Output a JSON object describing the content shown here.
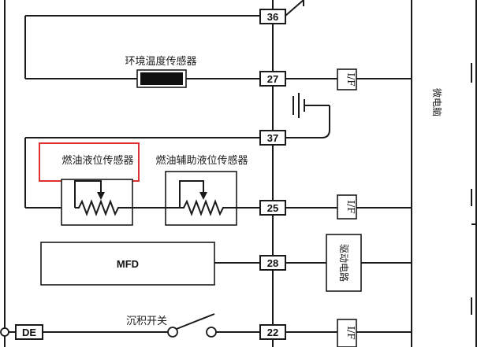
{
  "labels": {
    "ambient_temp_sensor": "环境温度传感器",
    "fuel_level_sensor": "燃油液位传感器",
    "fuel_aux_level_sensor": "燃油辅助液位传感器",
    "mfd": "MFD",
    "sediment_switch": "沉积开关",
    "de": "DE",
    "microcomputer": "微电脑",
    "drive_circuit": "驱动电路",
    "interface": "I/F"
  },
  "pins": {
    "p36": "36",
    "p27": "27",
    "p37": "37",
    "p25": "25",
    "p28": "28",
    "p22": "22"
  },
  "highlight": {
    "color": "#e03030"
  }
}
